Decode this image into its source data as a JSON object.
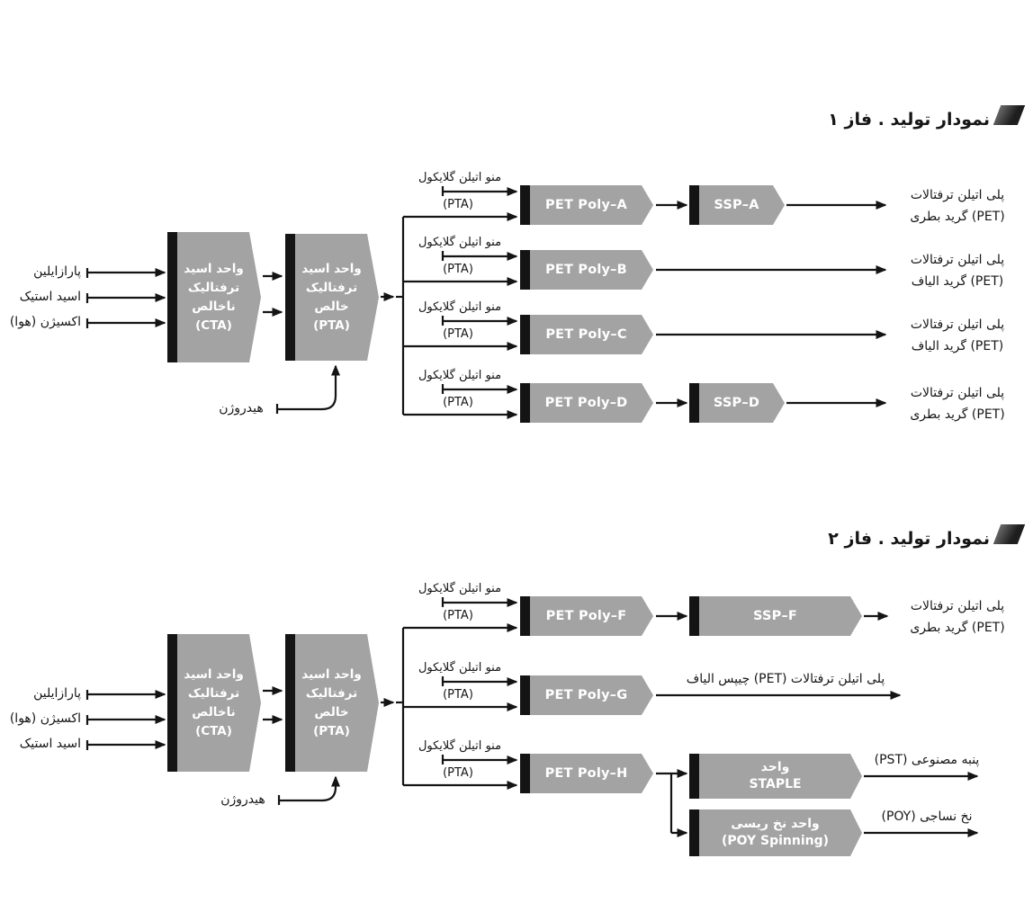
{
  "colors": {
    "box_gray": "#a3a3a3",
    "ink": "#141414",
    "box_text": "#ffffff"
  },
  "shared": {
    "meg_label": "منو اتیلن گلایکول",
    "pta_feed_label": "(PTA)",
    "hydrogen_label": "هیدروژن",
    "cta_unit_lines": [
      "واحد اسید",
      "ترفتالیک",
      "ناخالص",
      "(CTA)"
    ],
    "pta_unit_lines": [
      "واحد اسید",
      "ترفتالیک",
      "خالص",
      "(PTA)"
    ]
  },
  "phase1": {
    "title": "نمودار تولید . فاز ۱",
    "inputs": [
      "پارازایلین",
      "اسید استیک",
      "اکسیژن (هوا)"
    ],
    "units": {
      "poly_a": "PET Poly–A",
      "poly_b": "PET Poly–B",
      "poly_c": "PET Poly–C",
      "poly_d": "PET Poly–D",
      "ssp_a": "SSP–A",
      "ssp_d": "SSP–D"
    },
    "outputs": {
      "a": [
        "پلی اتیلن ترفتالات",
        "(PET) گرید بطری"
      ],
      "b": [
        "پلی اتیلن ترفتالات",
        "(PET) گرید الیاف"
      ],
      "c": [
        "پلی اتیلن ترفتالات",
        "(PET) گرید الیاف"
      ],
      "d": [
        "پلی اتیلن ترفتالات",
        "(PET) گرید بطری"
      ]
    }
  },
  "phase2": {
    "title": "نمودار تولید . فاز ۲",
    "inputs": [
      "پارازایلین",
      "اکسیژن (هوا)",
      "اسید استیک"
    ],
    "units": {
      "poly_f": "PET Poly–F",
      "poly_g": "PET Poly–G",
      "poly_h": "PET Poly–H",
      "ssp_f": "SSP–F",
      "staple_lines": [
        "واحد",
        "STAPLE"
      ],
      "poy_lines": [
        "واحد نخ ریسی",
        "(POY Spinning)"
      ]
    },
    "outputs": {
      "f": [
        "پلی اتیلن ترفتالات",
        "(PET) گرید بطری"
      ],
      "g": "پلی اتیلن ترفتالات (PET) چیپس الیاف",
      "staple": "پنبه مصنوعی (PST)",
      "poy": "نخ نساجی (POY)"
    }
  }
}
